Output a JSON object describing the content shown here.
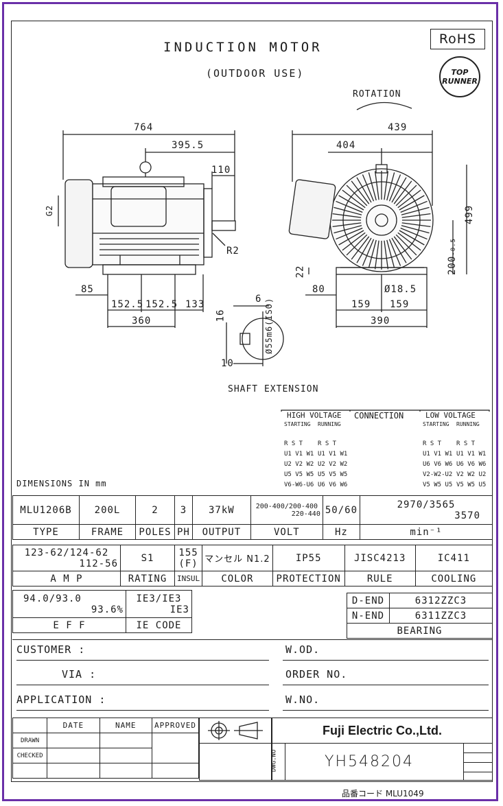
{
  "header": {
    "title": "INDUCTION MOTOR",
    "subtitle": "(OUTDOOR USE)",
    "rohs": "RoHS",
    "top_runner_line1": "TOP",
    "top_runner_line2": "RUNNER"
  },
  "side_view": {
    "dim_overall": "764",
    "dim_a": "395.5",
    "dim_b": "110",
    "dim_g": "G2",
    "dim_r": "R2",
    "dim_85": "85",
    "dim_152a": "152.5",
    "dim_152b": "152.5",
    "dim_133": "133",
    "dim_360": "360"
  },
  "front_view": {
    "rotation": "ROTATION",
    "dim_439": "439",
    "dim_404": "404",
    "dim_499": "499",
    "dim_200": "200",
    "dim_200_tol": "-0.5",
    "dim_22": "22",
    "dim_80": "80",
    "dim_hole": "Ø18.5",
    "dim_159a": "159",
    "dim_159b": "159",
    "dim_390": "390"
  },
  "shaft": {
    "dim_6": "6",
    "dim_16": "16",
    "dim_10": "10",
    "dim_dia": "Ø55m6(ISO)",
    "label": "SHAFT EXTENSION"
  },
  "connection": {
    "high_voltage": "HIGH VOLTAGE",
    "connection_title": "CONNECTION",
    "low_voltage": "LOW VOLTAGE",
    "starting": "STARTING",
    "running": "RUNNING",
    "rst": "R S T",
    "terminals_high_start": [
      "U1 V1 W1",
      "U2 V2 W2",
      "U5 V5 W5",
      "V6-W6-U6"
    ],
    "terminals_high_run": [
      "U1 V1 W1",
      "U2 V2 W2",
      "U5 V5 W5",
      "U6 V6 W6"
    ],
    "terminals_low_start": [
      "U1 V1 W1",
      "U6 V6 W6",
      "V2-W2-U2",
      "V5 W5 U5"
    ],
    "terminals_low_run": [
      "U1 V1 W1",
      "U6 V6 W6",
      "V2 W2 U2",
      "V5 W5 U5"
    ]
  },
  "dimensions_note": "DIMENSIONS IN mm",
  "spec1": {
    "type": "MLU1206B",
    "frame": "200L",
    "poles": "2",
    "ph": "3",
    "output": "37kW",
    "volt_1": "200-400/200-400",
    "volt_2": "220-440",
    "hz": "50/60",
    "rpm_1": "2970/3565",
    "rpm_2": "3570",
    "labels": [
      "TYPE",
      "FRAME",
      "POLES",
      "PH",
      "OUTPUT",
      "VOLT",
      "Hz",
      "min⁻¹"
    ]
  },
  "spec2": {
    "amp_1": "123-62/124-62",
    "amp_2": "112-56",
    "rating": "S1",
    "insul_1": "155",
    "insul_2": "(F)",
    "color": "マンセル N1.2",
    "protection": "IP55",
    "rule": "JISC4213",
    "cooling": "IC411",
    "labels": [
      "A M P",
      "RATING",
      "INSUL",
      "COLOR",
      "PROTECTION",
      "RULE",
      "COOLING"
    ]
  },
  "spec3": {
    "eff_1": "94.0/93.0",
    "eff_2": "93.6%",
    "ie_1": "IE3/IE3",
    "ie_2": "IE3",
    "eff_label": "E F F",
    "ie_label": "IE CODE",
    "d_end": "D-END",
    "d_end_val": "6312ZZC3",
    "n_end": "N-END",
    "n_end_val": "6311ZZC3",
    "bearing": "BEARING"
  },
  "order": {
    "customer": "CUSTOMER :",
    "via": "VIA :",
    "application": "APPLICATION :",
    "wod": "W.OD.",
    "order_no": "ORDER NO.",
    "wno": "W.NO."
  },
  "title_block": {
    "date": "DATE",
    "name": "NAME",
    "approved": "APPROVED",
    "drawn": "DRAWN",
    "checked": "CHECKED",
    "company": "Fuji Electric Co.,Ltd.",
    "dwg_no_label": "DWG.NO",
    "dwg_no": "YH548204",
    "product_code": "品番コード MLU1049"
  }
}
